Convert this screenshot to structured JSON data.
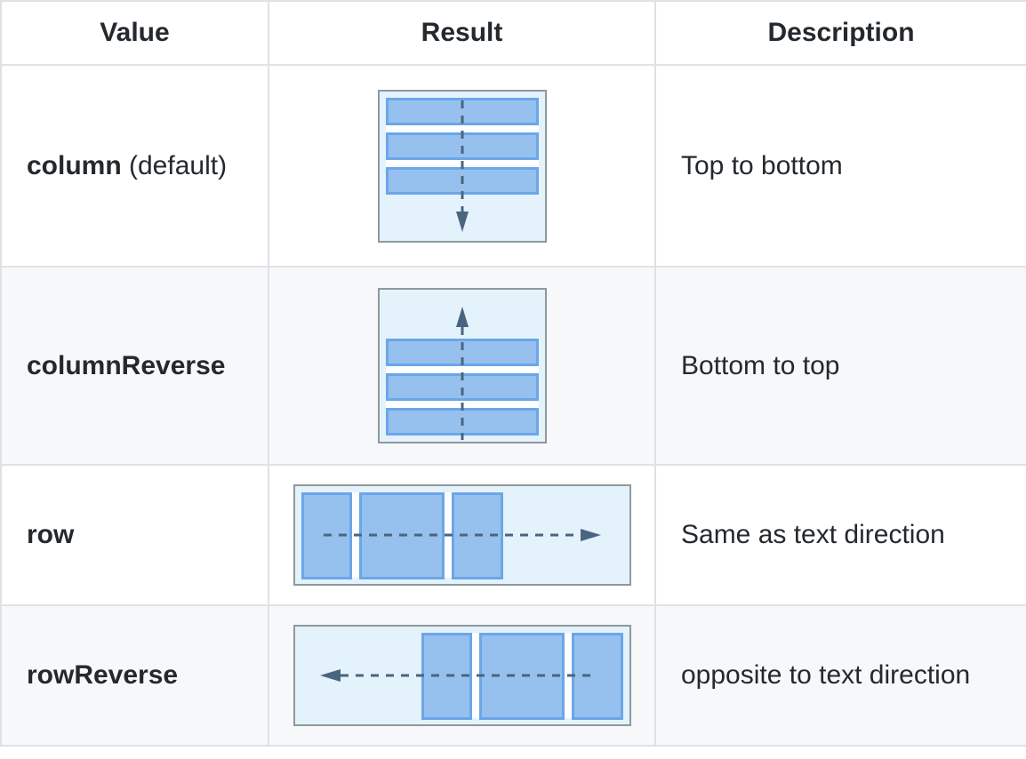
{
  "table": {
    "headers": [
      {
        "label": "Value"
      },
      {
        "label": "Result"
      },
      {
        "label": "Description"
      }
    ],
    "rows": [
      {
        "value": "column",
        "suffix": " (default)",
        "description": "Top to bottom",
        "diagram": {
          "type": "column",
          "arrow_direction": "down",
          "bar_count": 3,
          "bar_orientation": "horizontal"
        }
      },
      {
        "value": "columnReverse",
        "suffix": "",
        "description": "Bottom to top",
        "diagram": {
          "type": "columnReverse",
          "arrow_direction": "up",
          "bar_count": 3,
          "bar_orientation": "horizontal"
        }
      },
      {
        "value": "row",
        "suffix": "",
        "description": "Same as text direction",
        "diagram": {
          "type": "row",
          "arrow_direction": "right",
          "bar_count": 3,
          "bar_orientation": "vertical"
        }
      },
      {
        "value": "rowReverse",
        "suffix": "",
        "description": "opposite to text direction",
        "diagram": {
          "type": "rowReverse",
          "arrow_direction": "left",
          "bar_count": 3,
          "bar_orientation": "vertical"
        }
      }
    ]
  },
  "colors": {
    "text": "#24292e",
    "table_border": "#dfe2e5",
    "row_bg": "#ffffff",
    "row_alt_bg": "#f6f8fa",
    "diagram_bg": "#e4f2fb",
    "diagram_border": "#8f989d",
    "bar_fill": "#96c1ee",
    "bar_border": "#6ba6e9",
    "bars_backdrop": "#fdfeff",
    "arrow": "#4a6580"
  }
}
